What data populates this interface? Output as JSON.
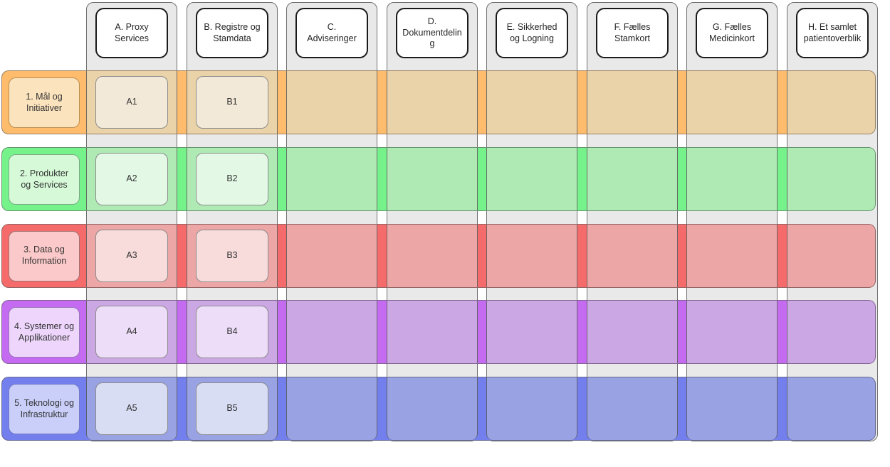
{
  "diagram": {
    "title": "architecture-matrix",
    "columns": [
      {
        "id": "A",
        "label": "A. Proxy\nServices"
      },
      {
        "id": "B",
        "label": "B. Registre og\nStamdata"
      },
      {
        "id": "C",
        "label": "C.\nAdviseringer"
      },
      {
        "id": "D",
        "label": "D.\nDokumentdelin\ng"
      },
      {
        "id": "E",
        "label": "E. Sikkerhed\nog Logning"
      },
      {
        "id": "F",
        "label": "F. Fælles\nStamkort"
      },
      {
        "id": "G",
        "label": "G. Fælles\nMedicinkort"
      },
      {
        "id": "H",
        "label": "H. Et samlet\npatientoverblik"
      }
    ],
    "rows": [
      {
        "id": "1",
        "label": "1. Mål og\nInitiativer",
        "band_color": "#FFBC6C",
        "band_over_lane_color": "#EAD3A9",
        "label_fill": "#FBE3BD",
        "label_border": "#B98F52",
        "cell_fill": "#F3E9D8"
      },
      {
        "id": "2",
        "label": "2. Produkter\nog Services",
        "band_color": "#76F28B",
        "band_over_lane_color": "#AFEAB5",
        "label_fill": "#D6FAD8",
        "label_border": "#7CA983",
        "cell_fill": "#E3F8E5"
      },
      {
        "id": "3",
        "label": "3. Data og\nInformation",
        "band_color": "#F56B6B",
        "band_over_lane_color": "#ECA6A6",
        "label_fill": "#FBC9C9",
        "label_border": "#A37272",
        "cell_fill": "#F8DBDB"
      },
      {
        "id": "4",
        "label": "4. Systemer og\nApplikationer",
        "band_color": "#C46BF1",
        "band_over_lane_color": "#CBA7E3",
        "label_fill": "#EDD5FB",
        "label_border": "#9878B8",
        "cell_fill": "#EDDDF8"
      },
      {
        "id": "5",
        "label": "5. Teknologi og\nInfrastruktur",
        "band_color": "#737FEC",
        "band_over_lane_color": "#99A2E3",
        "label_fill": "#C9CFF8",
        "label_border": "#7379C4",
        "cell_fill": "#D9DDF4"
      }
    ],
    "cells": [
      {
        "row": "1",
        "col": "A",
        "label": "A1"
      },
      {
        "row": "1",
        "col": "B",
        "label": "B1"
      },
      {
        "row": "2",
        "col": "A",
        "label": "A2"
      },
      {
        "row": "2",
        "col": "B",
        "label": "B2"
      },
      {
        "row": "3",
        "col": "A",
        "label": "A3"
      },
      {
        "row": "3",
        "col": "B",
        "label": "B3"
      },
      {
        "row": "4",
        "col": "A",
        "label": "A4"
      },
      {
        "row": "4",
        "col": "B",
        "label": "B4"
      },
      {
        "row": "5",
        "col": "A",
        "label": "A5"
      },
      {
        "row": "5",
        "col": "B",
        "label": "B5"
      }
    ],
    "colors": {
      "background": "#FFFFFF",
      "lane_fill": "#E9E9E9",
      "lane_border": "#707070",
      "header_fill": "#FFFFFF",
      "header_border": "#1A1A1A"
    }
  }
}
